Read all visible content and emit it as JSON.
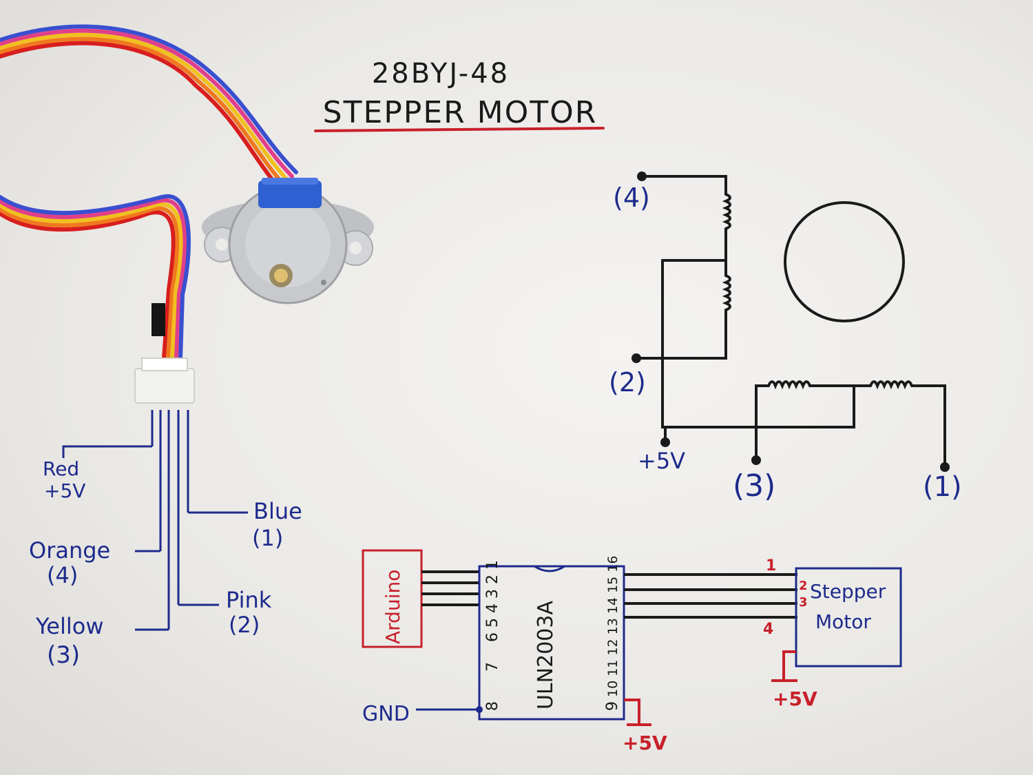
{
  "title": {
    "line1": "28BYJ-48",
    "line2": "STEPPER MOTOR"
  },
  "wire_labels": {
    "red": "Red",
    "red_sub": "+5V",
    "blue": "Blue",
    "blue_sub": "(1)",
    "orange": "Orange",
    "orange_sub": "(4)",
    "pink": "Pink",
    "pink_sub": "(2)",
    "yellow": "Yellow",
    "yellow_sub": "(3)"
  },
  "schematic": {
    "t4": "(4)",
    "t2": "(2)",
    "t3": "(3)",
    "t1": "(1)",
    "vcc": "+5V"
  },
  "wiring": {
    "arduino": "Arduino",
    "driver": "ULN2003A",
    "driver_pins_left": "6 5 4 3 2 1",
    "pin7": "7",
    "pin8": "8",
    "driver_pins_right": "10 11 12 13 14 15 16",
    "pin9": "9",
    "gnd": "GND",
    "motor_line1": "Stepper",
    "motor_line2": "Motor",
    "n1": "1",
    "n2": "2",
    "n3": "3",
    "n4": "4",
    "vcc_driver": "+5V",
    "vcc_motor": "+5V"
  },
  "colors": {
    "ink_black": "#1a1a1a",
    "ink_blue": "#1d2a8c",
    "ink_red": "#c8202a",
    "wire_blue": "#3a4fd0",
    "wire_pink": "#e0408a",
    "wire_yellow": "#f0c020",
    "wire_orange": "#f07820",
    "wire_red": "#d81e1e",
    "motor_cap": "#2f5fd0",
    "motor_body": "#c7c9cc"
  }
}
